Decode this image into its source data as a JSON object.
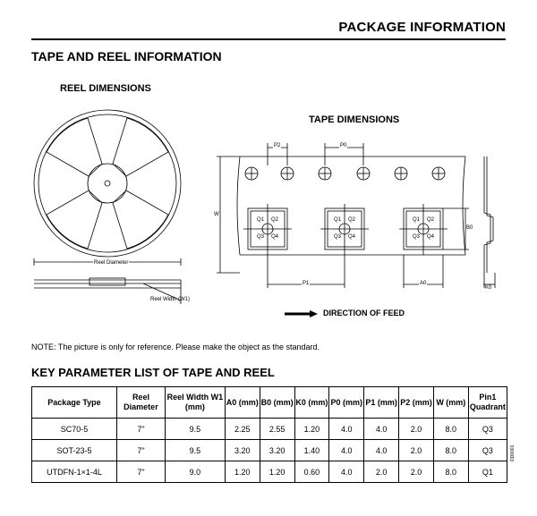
{
  "header": {
    "title": "PACKAGE INFORMATION"
  },
  "section": {
    "title": "TAPE AND REEL INFORMATION"
  },
  "reel": {
    "title": "REEL DIMENSIONS",
    "diameter_label": "Reel Diameter",
    "width_label": "Reel Width (W1)"
  },
  "tape": {
    "title": "TAPE DIMENSIONS",
    "labels": {
      "p2": "P2",
      "p0": "P0",
      "w": "W",
      "b0": "B0",
      "p1": "P1",
      "a0": "A0",
      "k0": "K0"
    },
    "quadrants": [
      "Q1",
      "Q2",
      "Q3",
      "Q4"
    ]
  },
  "feed": {
    "label": "DIRECTION OF FEED"
  },
  "note": "NOTE: The picture is only for reference. Please make the object as the standard.",
  "key_params": {
    "title": "KEY PARAMETER LIST OF TAPE AND REEL",
    "headers": [
      "Package Type",
      "Reel Diameter",
      "Reel Width W1 (mm)",
      "A0 (mm)",
      "B0 (mm)",
      "K0 (mm)",
      "P0 (mm)",
      "P1 (mm)",
      "P2 (mm)",
      "W (mm)",
      "Pin1 Quadrant"
    ],
    "rows": [
      [
        "SC70-5",
        "7\"",
        "9.5",
        "2.25",
        "2.55",
        "1.20",
        "4.0",
        "4.0",
        "2.0",
        "8.0",
        "Q3"
      ],
      [
        "SOT-23-5",
        "7\"",
        "9.5",
        "3.20",
        "3.20",
        "1.40",
        "4.0",
        "4.0",
        "2.0",
        "8.0",
        "Q3"
      ],
      [
        "UTDFN-1×1-4L",
        "7\"",
        "9.0",
        "1.20",
        "1.20",
        "0.60",
        "4.0",
        "2.0",
        "2.0",
        "8.0",
        "Q1"
      ]
    ]
  },
  "side_code": "DD0001"
}
